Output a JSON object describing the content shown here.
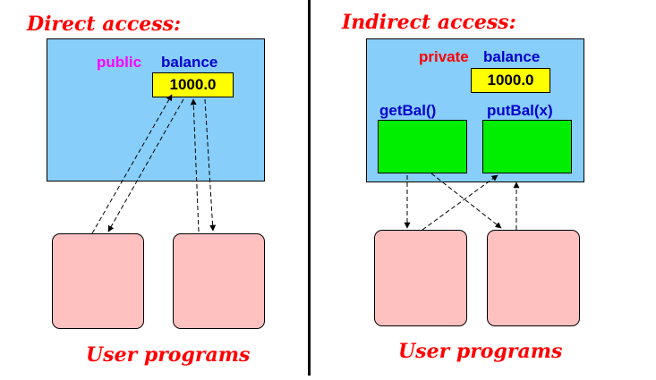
{
  "left": {
    "heading": "Direct access:",
    "modifier": "public",
    "field": "balance",
    "value": "1000.0",
    "footer": "User programs"
  },
  "right": {
    "heading": "Indirect access:",
    "modifier": "private",
    "field": "balance",
    "value": "1000.0",
    "getter": "getBal()",
    "setter": "putBal(x)",
    "footer": "User programs"
  },
  "colors": {
    "heading": "#ff0000",
    "public": "#ff00ff",
    "private": "#ff0000",
    "identifier": "#0000cc",
    "object_box": "#87cefa",
    "value_box": "#ffff00",
    "method_box": "#00ee00",
    "user_box": "#ffc0c0"
  }
}
